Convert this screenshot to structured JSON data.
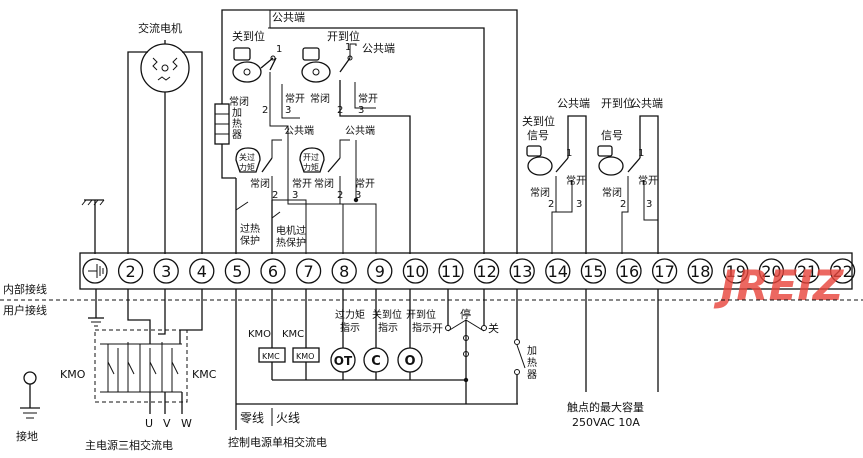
{
  "labels": {
    "ac_motor": "交流电机",
    "close_pos": "关到位",
    "open_pos": "开到位",
    "common": "公共端",
    "heater_v": "加热器",
    "nc": "常闭",
    "no": "常开",
    "close_torque": "关过力矩",
    "open_torque": "开过力矩",
    "overheat_protect": "过热保护",
    "motor_overheat": "电机过热保护",
    "close_pos_signal": "关到位信号",
    "open_pos_signal": "开到位信号",
    "internal_wiring": "内部接线",
    "user_wiring": "用户接线",
    "kmo": "KMO",
    "kmc": "KMC",
    "overtorque_ind": "过力矩指示",
    "close_pos_ind": "关到位指示",
    "open_pos_ind": "开到位指示",
    "ind_ot": "OT",
    "ind_c": "C",
    "ind_o": "O",
    "open": "开",
    "stop": "停",
    "close": "关",
    "heater2": "加热器",
    "neutral": "零线",
    "live": "火线",
    "ground": "接地",
    "u": "U",
    "v": "V",
    "w": "W",
    "main_power": "主电源三相交流电",
    "ctrl_power": "控制电源单相交流电",
    "contact_cap_1": "触点的最大容量",
    "contact_cap_2": "250VAC 10A",
    "brand": "JREIZ",
    "p1": "1",
    "p2": "2",
    "p3": "3"
  },
  "terminals": [
    "",
    "2",
    "3",
    "4",
    "5",
    "6",
    "7",
    "8",
    "9",
    "10",
    "11",
    "12",
    "13",
    "14",
    "15",
    "16",
    "17",
    "18",
    "19",
    "20",
    "21",
    "22"
  ],
  "colors": {
    "brand": "#e8433a",
    "line": "#111111"
  }
}
